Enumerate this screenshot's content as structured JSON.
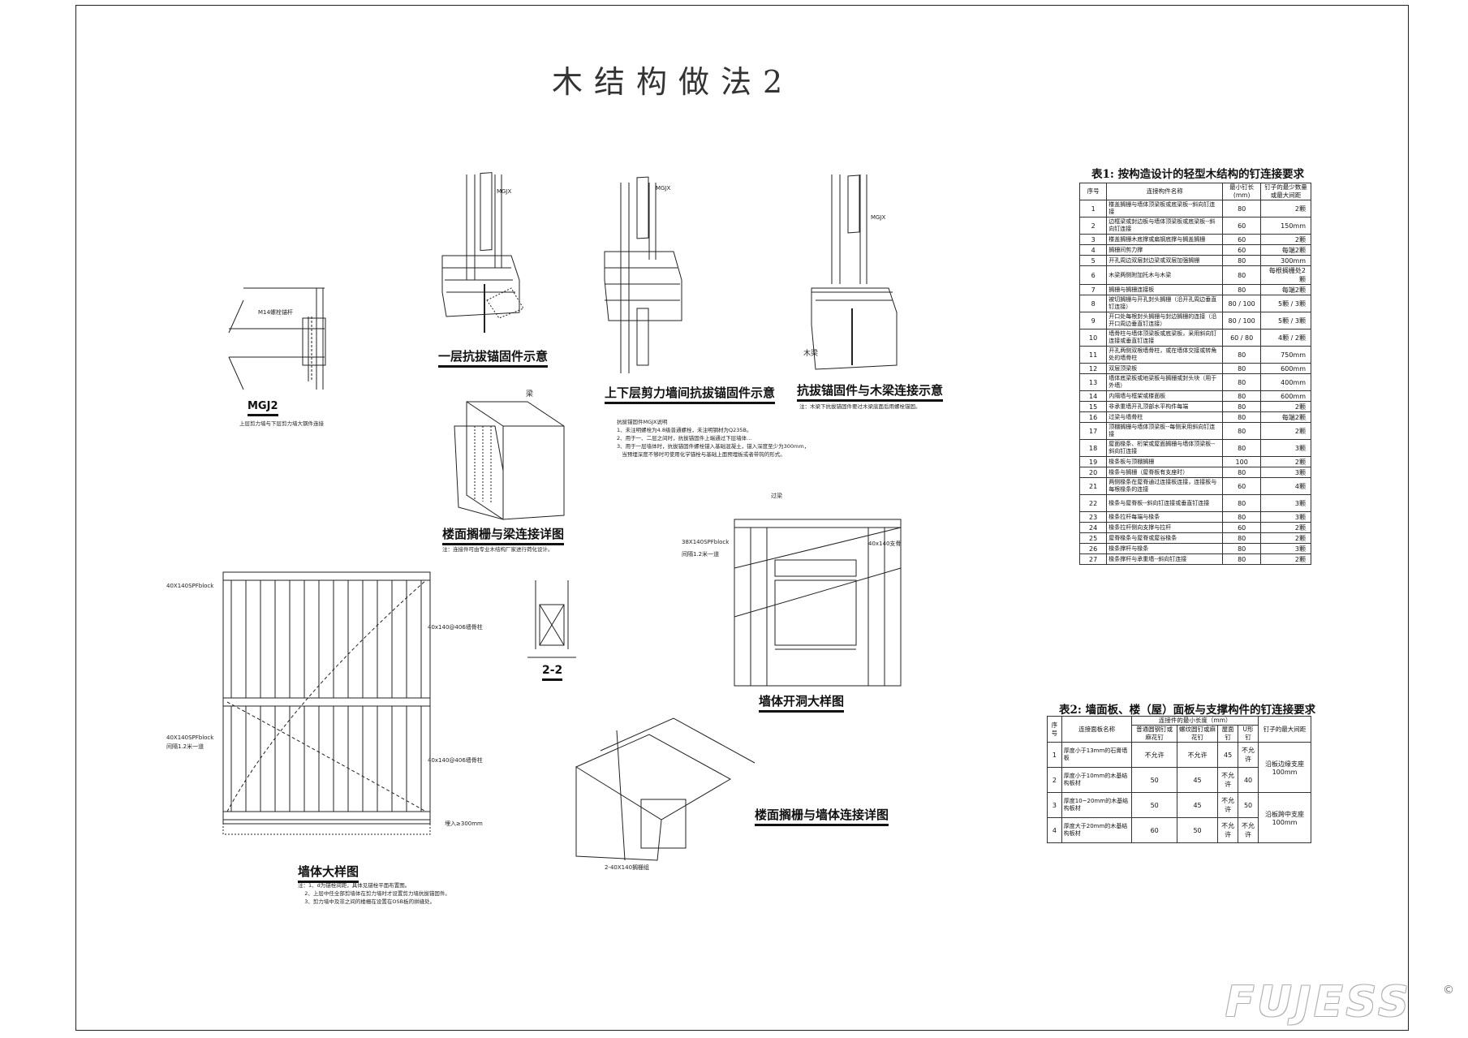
{
  "sheet_title": "木结构做法2",
  "captions": {
    "mgj2": "MGJ2",
    "mgj2_sub": "上层剪力墙与下层剪力墙大钢件连接",
    "anchor_first": "一层抗拔锚固件示意",
    "anchor_between": "上下层剪力墙间抗拔锚固件示意",
    "anchor_beam": "抗拔锚固件与木梁连接示意",
    "anchor_beam_note": "注：木梁下抗拔锚固件要过木梁底面后用螺栓锚固。",
    "joist_beam": "楼面搁栅与梁连接详图",
    "joist_beam_note": "注：连接件可由专业木结构厂家进行荷化设计。",
    "wall_detail": "墙体大样图",
    "opening": "墙体开洞大样图",
    "joist_wall": "楼面搁栅与墙体连接详图",
    "section22": "2-2"
  },
  "mgjx_note": "抗拔锚固件MGJX说明\n1、未注明螺栓为4.8级普通螺栓，未注明钢材为Q235B。\n2、用于一、二层之间时，抗拔锚固件上端通过下层墙体...\n3、用于一层墙体时，抗拔锚固件螺栓锚入基础混凝土，锚入深度至少为300mm，\n   当预埋深度不够时可使用化学锚栓与基础上面预埋板或者带钩的形式。",
  "wall_note": "注：1、d为锚栓间距，具体见锚栓平面布置图。\n    2、上层中任全部剪墙体在剪力墙时才设置剪力墙抗拔锚固件。\n    3、剪力墙中及非之间的楼栅在设置在OSB板的拼缝处。",
  "labels": {
    "m14": "M14螺栓锚杆",
    "mgjx": "MGJX",
    "beam": "木梁",
    "beam2": "梁",
    "block_a": "40X140SPFblock",
    "block_b": "40X140SPFblock",
    "block_b2": "间隔1.2米一道",
    "stud_a": "40x140@406墙骨柱",
    "stud_b": "40x140@406墙骨柱",
    "anchor300": "埋入≥300mm",
    "lintel": "过梁",
    "block38": "38X140SPFblock",
    "block38b": "间隔1.2米一道",
    "post40": "40x140支骨",
    "joist2": "2-40X140搁栅组"
  },
  "table1": {
    "title": "表1: 按构造设计的轻型木结构的钉连接要求",
    "headers": [
      "序号",
      "连接构件名称",
      "最小钉长(mm)",
      "钉子的最少数量或最大间距"
    ],
    "rows": [
      [
        "1",
        "楼盖搁栅与墙体顶梁板或底梁板--斜向钉连接",
        "80",
        "2颗"
      ],
      [
        "2",
        "边框梁或封边板与墙体顶梁板或底梁板--斜向钉连接",
        "60",
        "150mm"
      ],
      [
        "3",
        "楼盖搁栅木底撑或扁钢底撑与搁盖搁栅",
        "60",
        "2颗"
      ],
      [
        "4",
        "搁栅间剪力撑",
        "60",
        "每端2颗"
      ],
      [
        "5",
        "开孔周边双层封边梁或双层加强搁栅",
        "80",
        "300mm"
      ],
      [
        "6",
        "木梁两侧附加托木与木梁",
        "80",
        "每根搁栅处2颗"
      ],
      [
        "7",
        "搁栅与搁栅连接板",
        "80",
        "每端2颗"
      ],
      [
        "8",
        "被切搁栅与开孔封头搁栅（沿开孔周边垂直钉连接）",
        "80 / 100",
        "5颗 / 3颗"
      ],
      [
        "9",
        "开口处每根封头搁栅与封边搁栅的连接（沿开口周边垂直钉连接）",
        "80 / 100",
        "5颗 / 3颗"
      ],
      [
        "10",
        "墙骨柱与墙体顶梁板或底梁板，采用斜向钉连接或垂直钉连接",
        "60 / 80",
        "4颗 / 2颗"
      ],
      [
        "11",
        "开孔两侧双根墙骨柱，或在墙体交接或转角处的墙骨柱",
        "80",
        "750mm"
      ],
      [
        "12",
        "双层顶梁板",
        "80",
        "600mm"
      ],
      [
        "13",
        "墙体底梁板或地梁板与搁栅或封头块（用于外墙）",
        "80",
        "400mm"
      ],
      [
        "14",
        "内隔墙与框架或楼面板",
        "80",
        "600mm"
      ],
      [
        "15",
        "非承重墙开孔顶部水平构件每端",
        "80",
        "2颗"
      ],
      [
        "16",
        "过梁与墙骨柱",
        "80",
        "每端2颗"
      ],
      [
        "17",
        "顶棚搁栅与墙体顶梁板--每侧采用斜向钉连接",
        "80",
        "2颗"
      ],
      [
        "18",
        "屋面椽条、桁架或屋面搁栅与墙体顶梁板--斜向钉连接",
        "80",
        "3颗"
      ],
      [
        "19",
        "椽条板与顶棚搁栅",
        "100",
        "2颗"
      ],
      [
        "20",
        "椽条与搁栅（屋脊板有支座时）",
        "80",
        "3颗"
      ],
      [
        "21",
        "两侧椽条在屋脊通过连接板连接，连接板与每根椽条的连接",
        "60",
        "4颗"
      ],
      [
        "22",
        "椽条与屋脊板--斜向钉连接或垂直钉连接",
        "80",
        "3颗"
      ],
      [
        "23",
        "椽条拉杆每端与椽条",
        "80",
        "3颗"
      ],
      [
        "24",
        "椽条拉杆侧向支撑与拉杆",
        "60",
        "2颗"
      ],
      [
        "25",
        "屋脊椽条与屋脊或屋谷椽条",
        "80",
        "2颗"
      ],
      [
        "26",
        "椽条撑杆与椽条",
        "80",
        "3颗"
      ],
      [
        "27",
        "椽条撑杆与承重墙--斜向钉连接",
        "80",
        "2颗"
      ]
    ]
  },
  "table2": {
    "title": "表2: 墙面板、楼（屋）面板与支撑构件的钉连接要求",
    "headers": [
      "序号",
      "连接面板名称",
      "连接件的最小长度（mm）",
      "钉子的最大间距"
    ],
    "subheaders": [
      "普通圆钢钉或麻花钉",
      "螺纹圆钉或麻花钉",
      "屋面钉",
      "U形钉"
    ],
    "spacing_note_a": "沿板边缘支座 100mm",
    "spacing_note_b": "沿板跨中支座 100mm",
    "rows": [
      [
        "1",
        "厚度小于13mm的石膏墙板",
        "不允许",
        "不允许",
        "45",
        "不允许"
      ],
      [
        "2",
        "厚度小于10mm的木基结构板材",
        "50",
        "45",
        "不允许",
        "40"
      ],
      [
        "3",
        "厚度10~20mm的木基结构板材",
        "50",
        "45",
        "不允许",
        "50"
      ],
      [
        "4",
        "厚度大于20mm的木基结构板材",
        "60",
        "50",
        "不允许",
        "不允许"
      ]
    ]
  },
  "logo": "FUJESS",
  "copyright": "©"
}
